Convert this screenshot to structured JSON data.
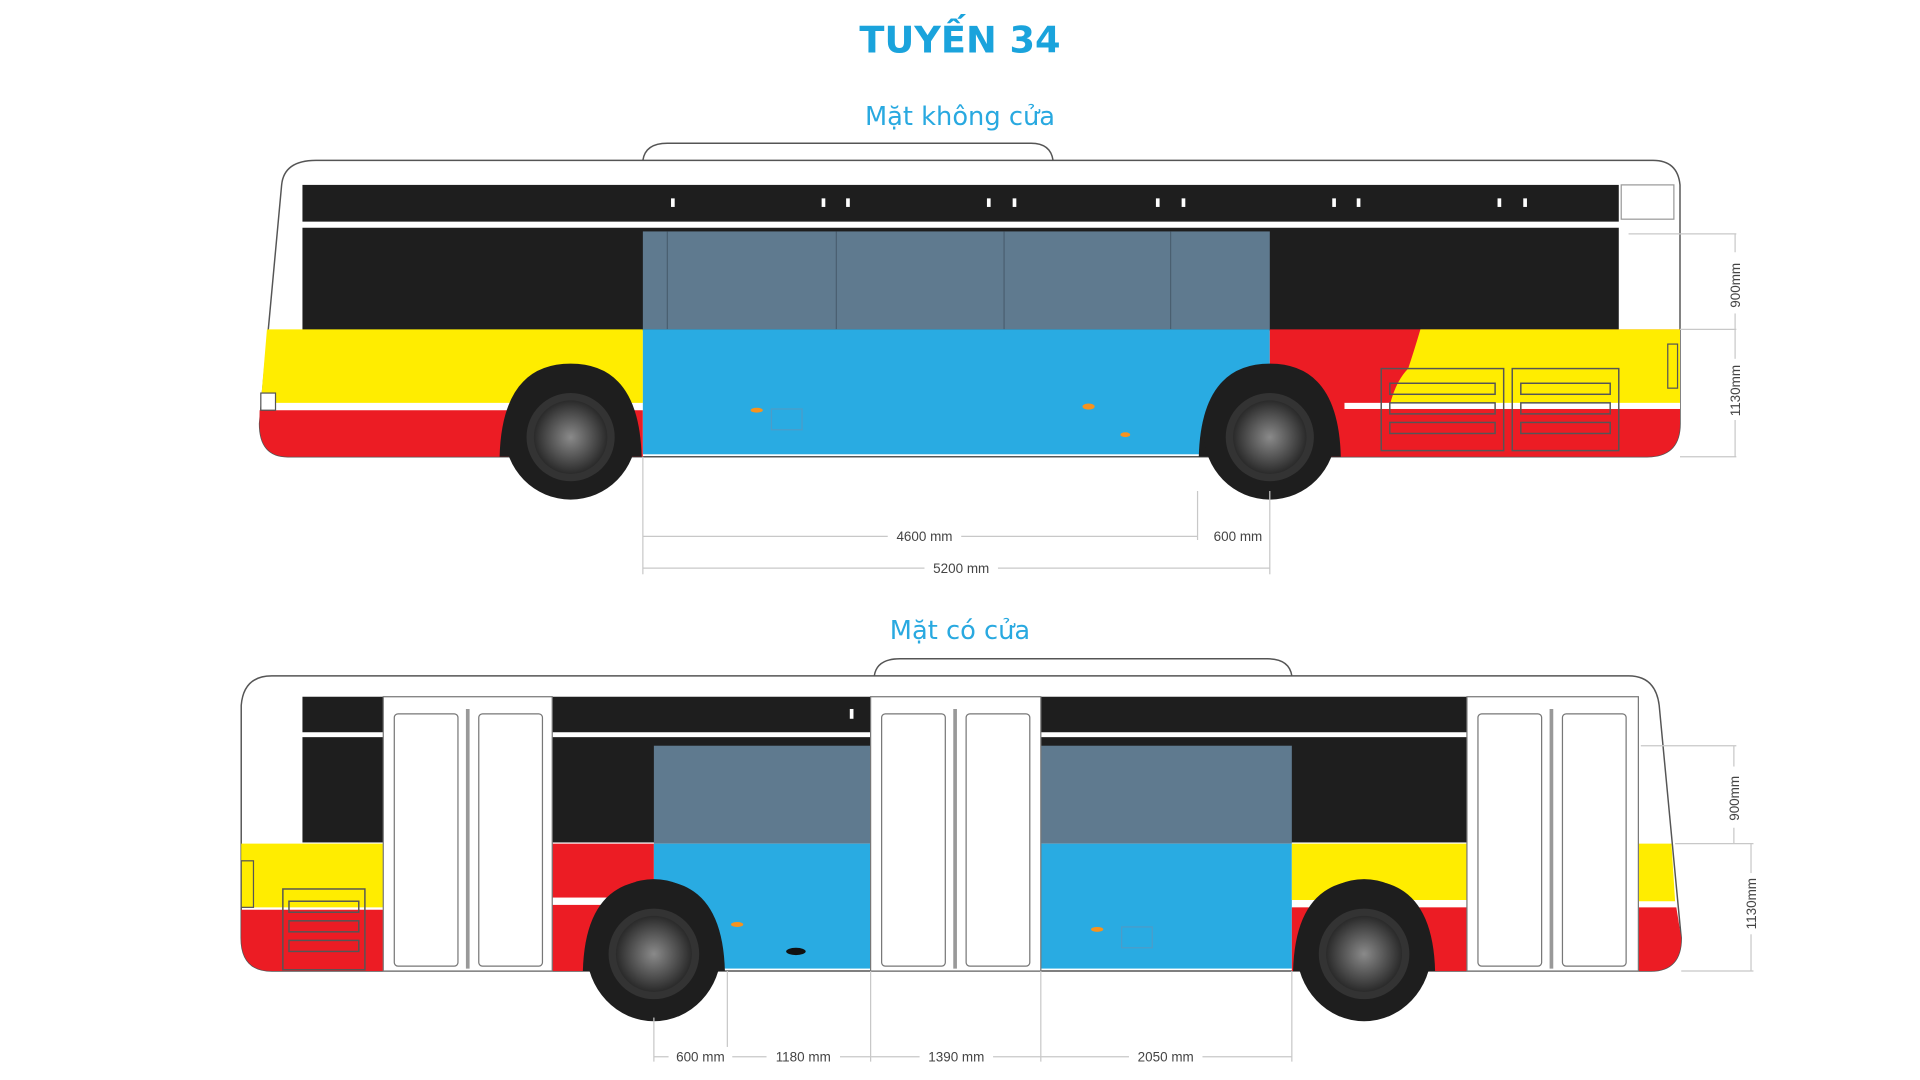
{
  "title": "TUYẾN 34",
  "views": [
    {
      "label": "Mặt không cửa",
      "dims_horizontal": [
        "4600 mm",
        "600 mm",
        "5200 mm"
      ],
      "dims_vertical": [
        "900mm",
        "1130mm"
      ]
    },
    {
      "label": "Mặt có cửa",
      "dims_horizontal": [
        "600 mm",
        "1180 mm",
        "1390 mm",
        "2050 mm"
      ],
      "dims_vertical": [
        "900mm",
        "1130mm"
      ]
    }
  ],
  "colors": {
    "yellow": "#ffed00",
    "red": "#ec1c24",
    "blue": "#29abe2",
    "glass": "#5f7a8f",
    "black": "#1e1e1e",
    "title": "#1aa3dc"
  }
}
